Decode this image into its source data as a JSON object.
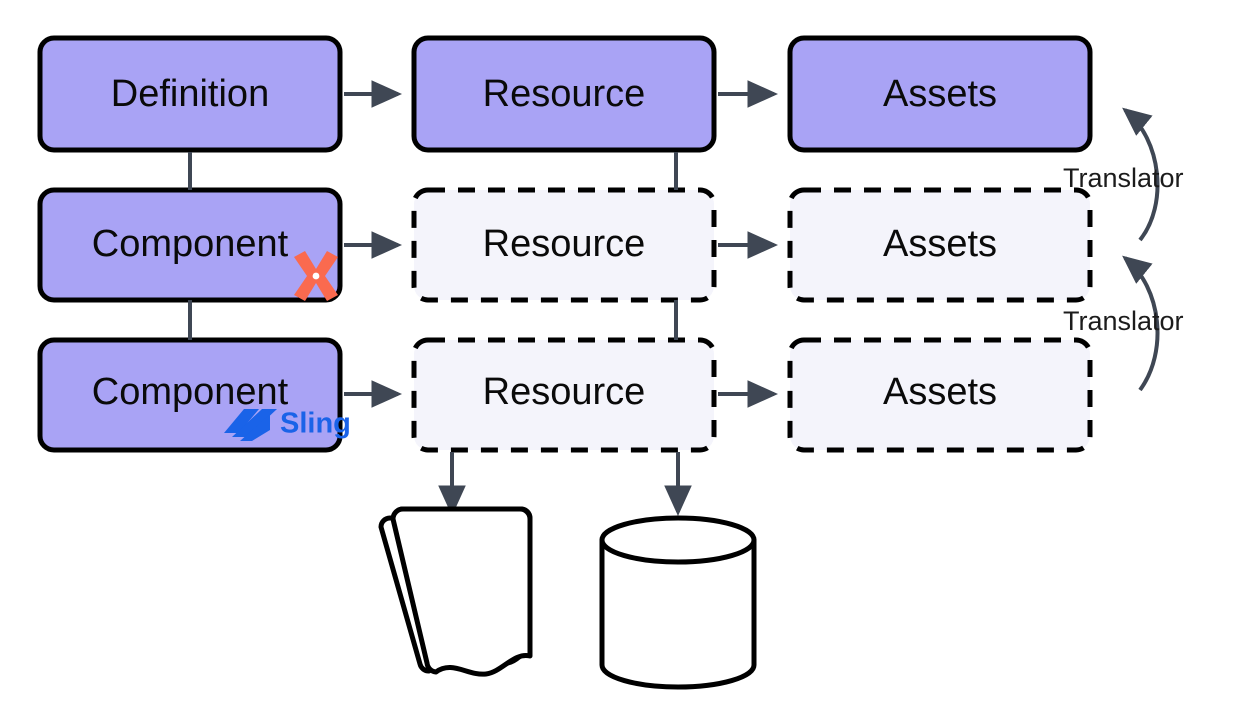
{
  "diagram": {
    "type": "flow-diagram",
    "background": "#ffffff",
    "colors": {
      "node_solid_fill": "#a9a3f5",
      "node_dashed_fill": "#f4f4fb",
      "node_stroke": "#000000",
      "edge_stroke": "#3f4754",
      "label_text": "#0a0a0a",
      "sling_brand": "#1a63e8",
      "jackrabbit_brand": "#fa6a4f",
      "shape_stroke": "#000000"
    },
    "rows": [
      {
        "id": "row-definition",
        "left": {
          "label": "Definition",
          "style": "solid"
        },
        "middle": {
          "label": "Resource",
          "style": "solid"
        },
        "right": {
          "label": "Assets",
          "style": "solid"
        }
      },
      {
        "id": "row-component-jackrabbit",
        "left": {
          "label": "Component",
          "style": "solid",
          "badge": "jackrabbit-x-icon"
        },
        "middle": {
          "label": "Resource",
          "style": "dashed"
        },
        "right": {
          "label": "Assets",
          "style": "dashed"
        }
      },
      {
        "id": "row-component-sling",
        "left": {
          "label": "Component",
          "style": "solid",
          "badge": "sling-logo-icon"
        },
        "middle": {
          "label": "Resource",
          "style": "dashed"
        },
        "right": {
          "label": "Assets",
          "style": "dashed"
        }
      }
    ],
    "edge_labels": [
      {
        "id": "translator-top",
        "text": "Translator"
      },
      {
        "id": "translator-bottom",
        "text": "Translator"
      }
    ],
    "brand": {
      "sling_text": "Sling"
    },
    "storage_shapes": [
      {
        "id": "multi-document",
        "icon": "multi-document-icon"
      },
      {
        "id": "database",
        "icon": "database-cylinder-icon"
      }
    ]
  }
}
